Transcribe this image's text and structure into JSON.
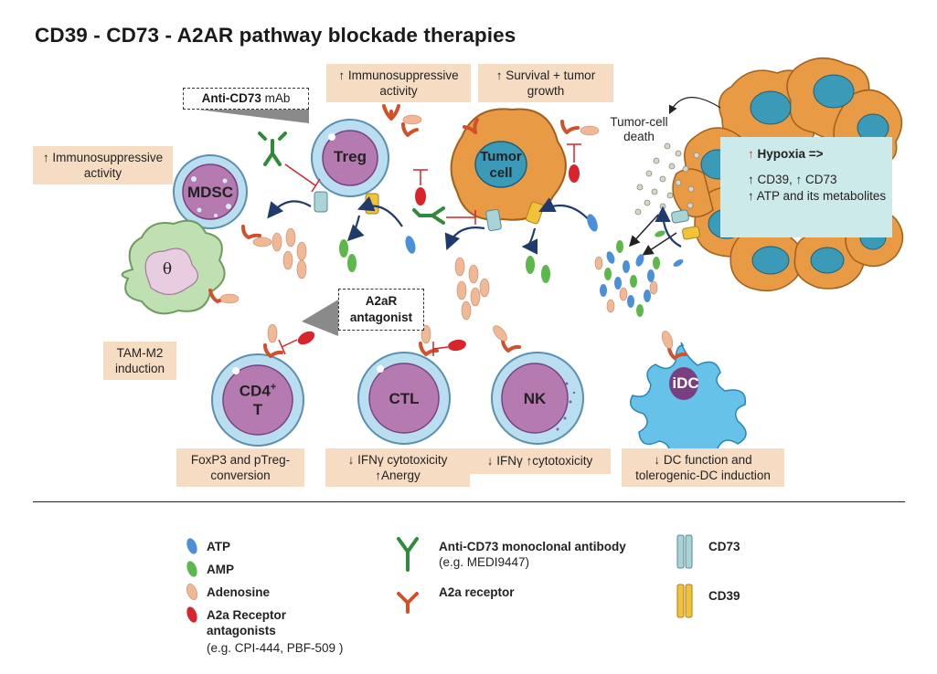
{
  "title": "CD39 - CD73 - A2AR pathway blockade therapies",
  "boxes": {
    "treg_effect": "↑ Immunosuppressive activity",
    "tumor_effect": "↑ Survival + tumor growth",
    "mdsc_effect": "↑ Immunosuppressive activity",
    "tam_effect": "TAM-M2 induction",
    "cd4_effect": "FoxP3 and pTreg-conversion",
    "ctl_effect_1": "↓ IFNγ cytotoxicity",
    "ctl_effect_2": "↑Anergy",
    "nk_effect": "↓ IFNγ ↑cytotoxicity",
    "dc_effect": "↓ DC function and tolerogenic-DC induction"
  },
  "callouts": {
    "anti_cd73_bold": "Anti-CD73",
    "anti_cd73_rest": " mAb",
    "a2ar_antagonist": "A2aR antagonist"
  },
  "hypoxia": {
    "arrow": "↑",
    "heading": " Hypoxia =>",
    "line1": "↑ CD39, ↑ CD73",
    "line2": "↑ ATP and its metabolites"
  },
  "tumor_death": "Tumor-cell death",
  "cells": {
    "treg": "Treg",
    "tumor": "Tumor cell",
    "mdsc": "MDSC",
    "tam": "θ",
    "cd4": "CD4",
    "cd4_sup": "+",
    "cd4_t": "T",
    "ctl": "CTL",
    "nk": "NK",
    "idc": "iDC"
  },
  "legend": {
    "atp": "ATP",
    "amp": "AMP",
    "adenosine": "Adenosine",
    "a2a_antagonists": "A2a Receptor antagonists",
    "a2a_antagonists_eg": "(e.g. CPI-444, PBF-509 )",
    "anti_cd73_bold": "Anti-CD73 monoclonal antibody",
    "anti_cd73_eg": " (e.g. MEDI9447)",
    "a2a_receptor": "A2a receptor",
    "cd73": "CD73",
    "cd39": "CD39"
  },
  "colors": {
    "atp": "#4a90d9",
    "amp": "#5cb848",
    "adenosine": "#f0b894",
    "antagonist": "#d8242b",
    "box_bg": "#f7dcc4",
    "hypoxia_bg": "#cdeaea",
    "antibody": "#2e8b3a",
    "cd73": "#a8d4d8",
    "cd39": "#f2c23a",
    "tumor_outer": "#e89a44",
    "tumor_nucleus": "#3a9ab8",
    "lymph_outer": "#b9def0",
    "lymph_inner": "#b57ab0"
  }
}
